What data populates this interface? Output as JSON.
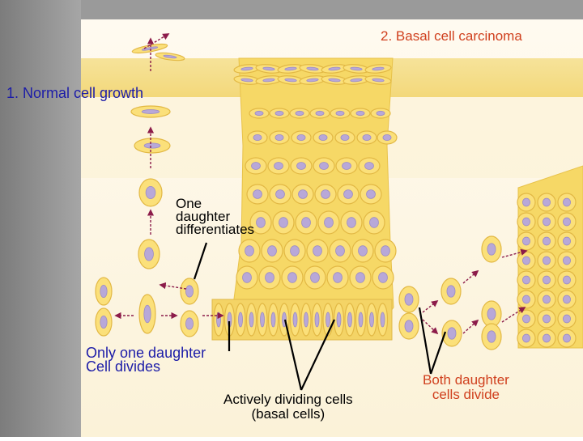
{
  "labels": {
    "basal_cell_carcinoma": "2. Basal cell carcinoma",
    "normal_cell_growth": "1. Normal cell growth",
    "one_daughter_differentiates": "One\ndaughter\ndifferentiates",
    "only_one_daughter_divides": "Only one daughter\nCell divides",
    "actively_dividing_cells": "Actively dividing cells\n(basal cells)",
    "both_daughter_cells_divide": "Both daughter\ncells divide"
  },
  "colors": {
    "label_blue": "#1c1ca8",
    "label_red": "#d0401e",
    "tissue_yellow": "#f7df7e",
    "cell_fill": "#fbe07a",
    "nucleus_purple": "#b8a8d8",
    "arrow_maroon": "#8c1c4a",
    "sidebar_gray": "#8a8a8a"
  }
}
